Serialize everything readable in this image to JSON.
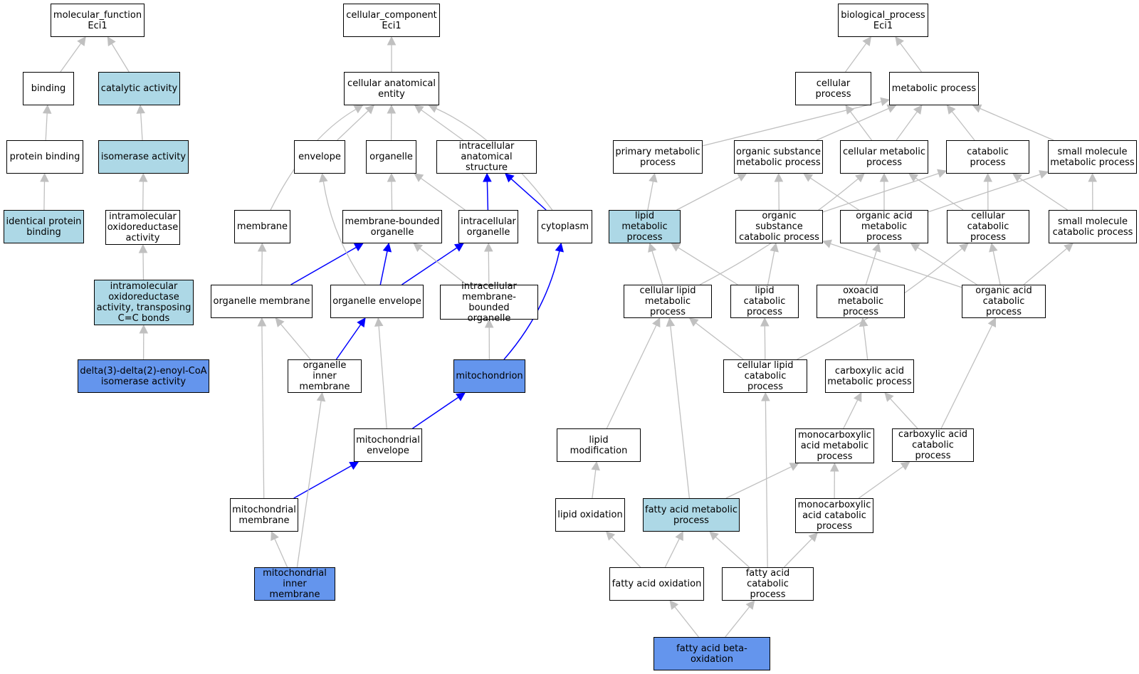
{
  "colors": {
    "white": "#ffffff",
    "light": "#add8e6",
    "blue": "#6495ed",
    "edge_grey": "#c0c0c0",
    "edge_blue": "#0000ff"
  },
  "nodes": [
    {
      "id": "mf",
      "label": "molecular_function\nEci1",
      "color": "white"
    },
    {
      "id": "binding",
      "label": "binding",
      "color": "white"
    },
    {
      "id": "catalytic",
      "label": "catalytic activity",
      "color": "light"
    },
    {
      "id": "protein_binding",
      "label": "protein binding",
      "color": "white"
    },
    {
      "id": "isomerase",
      "label": "isomerase activity",
      "color": "light"
    },
    {
      "id": "identical_pb",
      "label": "identical protein\nbinding",
      "color": "light"
    },
    {
      "id": "intramol_ox",
      "label": "intramolecular\noxidoreductase\nactivity",
      "color": "white"
    },
    {
      "id": "intramol_ccbonds",
      "label": "intramolecular\noxidoreductase\nactivity, transposing\nC=C bonds",
      "color": "light"
    },
    {
      "id": "delta",
      "label": "delta(3)-delta(2)-enoyl-CoA\nisomerase activity",
      "color": "blue"
    },
    {
      "id": "cc",
      "label": "cellular_component\nEci1",
      "color": "white"
    },
    {
      "id": "cae",
      "label": "cellular anatomical\nentity",
      "color": "white"
    },
    {
      "id": "envelope",
      "label": "envelope",
      "color": "white"
    },
    {
      "id": "organelle",
      "label": "organelle",
      "color": "white"
    },
    {
      "id": "ias",
      "label": "intracellular\nanatomical structure",
      "color": "white"
    },
    {
      "id": "membrane",
      "label": "membrane",
      "color": "white"
    },
    {
      "id": "mbo",
      "label": "membrane-bounded\norganelle",
      "color": "white"
    },
    {
      "id": "io",
      "label": "intracellular\norganelle",
      "color": "white"
    },
    {
      "id": "cytoplasm",
      "label": "cytoplasm",
      "color": "white"
    },
    {
      "id": "om",
      "label": "organelle membrane",
      "color": "white"
    },
    {
      "id": "oe",
      "label": "organelle envelope",
      "color": "white"
    },
    {
      "id": "imbo",
      "label": "intracellular\nmembrane-bounded\norganelle",
      "color": "white"
    },
    {
      "id": "oim",
      "label": "organelle inner\nmembrane",
      "color": "white"
    },
    {
      "id": "mito",
      "label": "mitochondrion",
      "color": "blue"
    },
    {
      "id": "mito_env",
      "label": "mitochondrial\nenvelope",
      "color": "white"
    },
    {
      "id": "mito_mem",
      "label": "mitochondrial\nmembrane",
      "color": "white"
    },
    {
      "id": "mim",
      "label": "mitochondrial\ninner membrane",
      "color": "blue"
    },
    {
      "id": "bp",
      "label": "biological_process\nEci1",
      "color": "white"
    },
    {
      "id": "cellular_process",
      "label": "cellular process",
      "color": "white"
    },
    {
      "id": "metabolic",
      "label": "metabolic process",
      "color": "white"
    },
    {
      "id": "pmp",
      "label": "primary metabolic\nprocess",
      "color": "white"
    },
    {
      "id": "osmp",
      "label": "organic substance\nmetabolic process",
      "color": "white"
    },
    {
      "id": "cmp",
      "label": "cellular metabolic\nprocess",
      "color": "white"
    },
    {
      "id": "catabolic",
      "label": "catabolic process",
      "color": "white"
    },
    {
      "id": "smmp",
      "label": "small molecule\nmetabolic process",
      "color": "white"
    },
    {
      "id": "lmp",
      "label": "lipid metabolic\nprocess",
      "color": "light"
    },
    {
      "id": "oscp",
      "label": "organic substance\ncatabolic process",
      "color": "white"
    },
    {
      "id": "oamp",
      "label": "organic acid\nmetabolic process",
      "color": "white"
    },
    {
      "id": "ccp",
      "label": "cellular catabolic\nprocess",
      "color": "white"
    },
    {
      "id": "smcp",
      "label": "small molecule\ncatabolic process",
      "color": "white"
    },
    {
      "id": "clmp",
      "label": "cellular lipid\nmetabolic process",
      "color": "white"
    },
    {
      "id": "lcp",
      "label": "lipid catabolic\nprocess",
      "color": "white"
    },
    {
      "id": "oxmp",
      "label": "oxoacid metabolic\nprocess",
      "color": "white"
    },
    {
      "id": "oacp",
      "label": "organic acid\ncatabolic process",
      "color": "white"
    },
    {
      "id": "clcp",
      "label": "cellular lipid\ncatabolic process",
      "color": "white"
    },
    {
      "id": "camp",
      "label": "carboxylic acid\nmetabolic process",
      "color": "white"
    },
    {
      "id": "lmod",
      "label": "lipid modification",
      "color": "white"
    },
    {
      "id": "mcamp",
      "label": "monocarboxylic\nacid metabolic\nprocess",
      "color": "white"
    },
    {
      "id": "cacp",
      "label": "carboxylic acid\ncatabolic process",
      "color": "white"
    },
    {
      "id": "lox",
      "label": "lipid oxidation",
      "color": "white"
    },
    {
      "id": "famp",
      "label": "fatty acid metabolic\nprocess",
      "color": "light"
    },
    {
      "id": "mcacp",
      "label": "monocarboxylic\nacid catabolic\nprocess",
      "color": "white"
    },
    {
      "id": "fao",
      "label": "fatty acid oxidation",
      "color": "white"
    },
    {
      "id": "facp",
      "label": "fatty acid catabolic\nprocess",
      "color": "white"
    },
    {
      "id": "fabo",
      "label": "fatty acid beta-oxidation",
      "color": "blue"
    }
  ],
  "edges": [
    {
      "from": "binding",
      "to": "mf",
      "color": "grey"
    },
    {
      "from": "catalytic",
      "to": "mf",
      "color": "grey"
    },
    {
      "from": "protein_binding",
      "to": "binding",
      "color": "grey"
    },
    {
      "from": "isomerase",
      "to": "catalytic",
      "color": "grey"
    },
    {
      "from": "identical_pb",
      "to": "protein_binding",
      "color": "grey"
    },
    {
      "from": "intramol_ox",
      "to": "isomerase",
      "color": "grey"
    },
    {
      "from": "intramol_ccbonds",
      "to": "intramol_ox",
      "color": "grey"
    },
    {
      "from": "delta",
      "to": "intramol_ccbonds",
      "color": "grey"
    },
    {
      "from": "cae",
      "to": "cc",
      "color": "grey"
    },
    {
      "from": "envelope",
      "to": "cae",
      "color": "grey"
    },
    {
      "from": "organelle",
      "to": "cae",
      "color": "grey"
    },
    {
      "from": "ias",
      "to": "cae",
      "color": "grey"
    },
    {
      "from": "membrane",
      "to": "cae",
      "color": "grey",
      "curve": -40
    },
    {
      "from": "cytoplasm",
      "to": "cae",
      "color": "grey",
      "curve": 40
    },
    {
      "from": "mbo",
      "to": "organelle",
      "color": "grey"
    },
    {
      "from": "io",
      "to": "organelle",
      "color": "grey"
    },
    {
      "from": "io",
      "to": "ias",
      "color": "blue"
    },
    {
      "from": "cytoplasm",
      "to": "ias",
      "color": "blue"
    },
    {
      "from": "om",
      "to": "membrane",
      "color": "grey"
    },
    {
      "from": "om",
      "to": "mbo",
      "color": "blue"
    },
    {
      "from": "oe",
      "to": "mbo",
      "color": "blue"
    },
    {
      "from": "oe",
      "to": "io",
      "color": "blue"
    },
    {
      "from": "oe",
      "to": "envelope",
      "color": "grey",
      "curve": -25
    },
    {
      "from": "imbo",
      "to": "mbo",
      "color": "grey"
    },
    {
      "from": "imbo",
      "to": "io",
      "color": "grey"
    },
    {
      "from": "oim",
      "to": "om",
      "color": "grey"
    },
    {
      "from": "oim",
      "to": "oe",
      "color": "blue"
    },
    {
      "from": "mito",
      "to": "imbo",
      "color": "grey"
    },
    {
      "from": "mito",
      "to": "cytoplasm",
      "color": "blue",
      "curve": 30
    },
    {
      "from": "mito_env",
      "to": "mito",
      "color": "blue"
    },
    {
      "from": "mito_env",
      "to": "oe",
      "color": "grey"
    },
    {
      "from": "mito_mem",
      "to": "mito_env",
      "color": "blue"
    },
    {
      "from": "mito_mem",
      "to": "om",
      "color": "grey"
    },
    {
      "from": "mim",
      "to": "mito_mem",
      "color": "grey"
    },
    {
      "from": "mim",
      "to": "oim",
      "color": "grey"
    },
    {
      "from": "cellular_process",
      "to": "bp",
      "color": "grey"
    },
    {
      "from": "metabolic",
      "to": "bp",
      "color": "grey"
    },
    {
      "from": "pmp",
      "to": "metabolic",
      "color": "grey"
    },
    {
      "from": "osmp",
      "to": "metabolic",
      "color": "grey"
    },
    {
      "from": "cmp",
      "to": "metabolic",
      "color": "grey"
    },
    {
      "from": "cmp",
      "to": "cellular_process",
      "color": "grey"
    },
    {
      "from": "catabolic",
      "to": "metabolic",
      "color": "grey"
    },
    {
      "from": "smmp",
      "to": "metabolic",
      "color": "grey"
    },
    {
      "from": "lmp",
      "to": "pmp",
      "color": "grey"
    },
    {
      "from": "lmp",
      "to": "osmp",
      "color": "grey"
    },
    {
      "from": "oscp",
      "to": "osmp",
      "color": "grey"
    },
    {
      "from": "oscp",
      "to": "catabolic",
      "color": "grey"
    },
    {
      "from": "oamp",
      "to": "osmp",
      "color": "grey"
    },
    {
      "from": "oamp",
      "to": "cmp",
      "color": "grey"
    },
    {
      "from": "oamp",
      "to": "smmp",
      "color": "grey"
    },
    {
      "from": "ccp",
      "to": "cmp",
      "color": "grey"
    },
    {
      "from": "ccp",
      "to": "catabolic",
      "color": "grey"
    },
    {
      "from": "smcp",
      "to": "smmp",
      "color": "grey"
    },
    {
      "from": "smcp",
      "to": "catabolic",
      "color": "grey"
    },
    {
      "from": "clmp",
      "to": "lmp",
      "color": "grey"
    },
    {
      "from": "clmp",
      "to": "cmp",
      "color": "grey",
      "curve": 20
    },
    {
      "from": "lcp",
      "to": "lmp",
      "color": "grey"
    },
    {
      "from": "lcp",
      "to": "oscp",
      "color": "grey"
    },
    {
      "from": "oxmp",
      "to": "oamp",
      "color": "grey"
    },
    {
      "from": "oacp",
      "to": "oamp",
      "color": "grey"
    },
    {
      "from": "oacp",
      "to": "oscp",
      "color": "grey"
    },
    {
      "from": "oacp",
      "to": "ccp",
      "color": "grey"
    },
    {
      "from": "oacp",
      "to": "smcp",
      "color": "grey"
    },
    {
      "from": "clcp",
      "to": "clmp",
      "color": "grey"
    },
    {
      "from": "clcp",
      "to": "lcp",
      "color": "grey"
    },
    {
      "from": "clcp",
      "to": "ccp",
      "color": "grey",
      "curve": 20
    },
    {
      "from": "camp",
      "to": "oxmp",
      "color": "grey"
    },
    {
      "from": "lmod",
      "to": "clmp",
      "color": "grey"
    },
    {
      "from": "mcamp",
      "to": "camp",
      "color": "grey"
    },
    {
      "from": "cacp",
      "to": "camp",
      "color": "grey"
    },
    {
      "from": "cacp",
      "to": "oacp",
      "color": "grey"
    },
    {
      "from": "lox",
      "to": "lmod",
      "color": "grey"
    },
    {
      "from": "famp",
      "to": "mcamp",
      "color": "grey"
    },
    {
      "from": "famp",
      "to": "clmp",
      "color": "grey"
    },
    {
      "from": "mcacp",
      "to": "mcamp",
      "color": "grey"
    },
    {
      "from": "mcacp",
      "to": "cacp",
      "color": "grey"
    },
    {
      "from": "fao",
      "to": "lox",
      "color": "grey"
    },
    {
      "from": "fao",
      "to": "famp",
      "color": "grey"
    },
    {
      "from": "facp",
      "to": "famp",
      "color": "grey"
    },
    {
      "from": "facp",
      "to": "mcacp",
      "color": "grey"
    },
    {
      "from": "facp",
      "to": "clcp",
      "color": "grey"
    },
    {
      "from": "fabo",
      "to": "fao",
      "color": "grey"
    },
    {
      "from": "fabo",
      "to": "facp",
      "color": "grey"
    }
  ]
}
